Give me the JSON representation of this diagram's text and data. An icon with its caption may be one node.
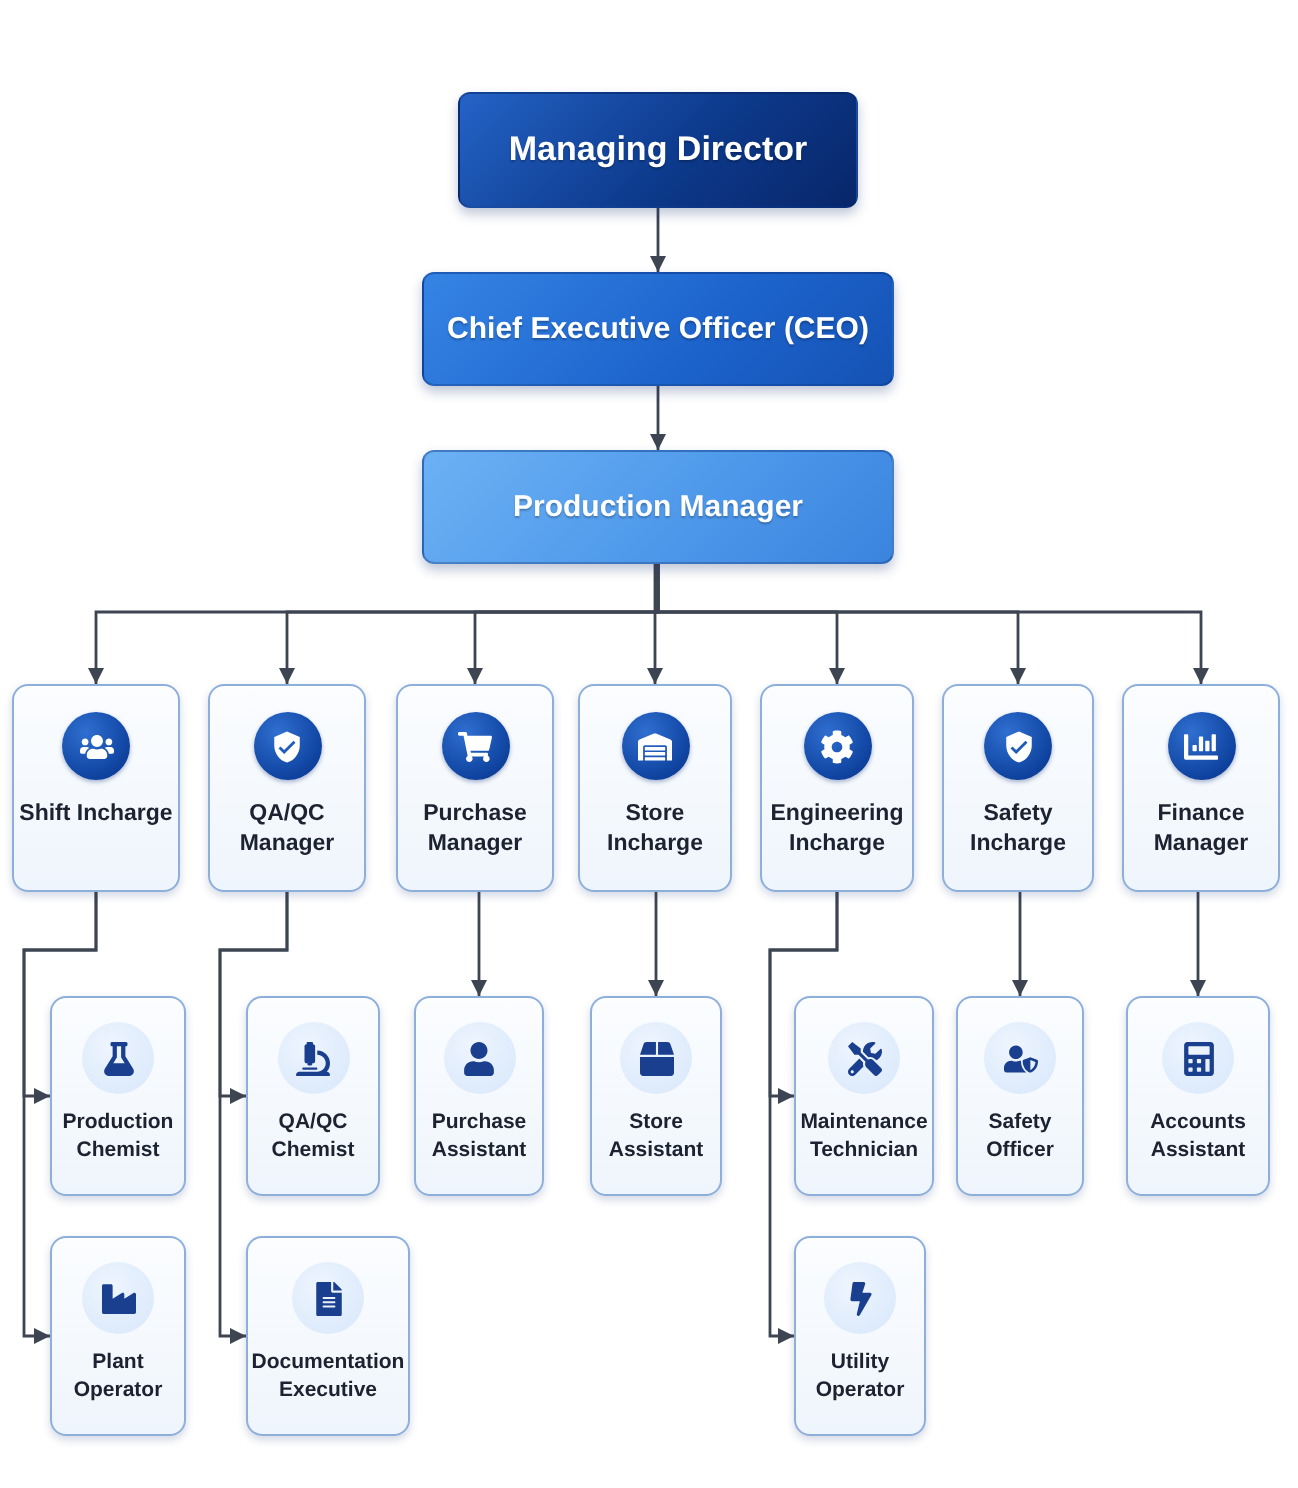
{
  "diagram": {
    "nodes": [
      {
        "text": [
          "Managing Director"
        ]
      },
      {
        "text": [
          "Chief Executive Officer (CEO)"
        ]
      },
      {
        "text": [
          "Production Manager"
        ]
      },
      {
        "text": [
          "Shift Incharge"
        ]
      },
      {
        "text": [
          "QA/QC Manager"
        ]
      },
      {
        "text": [
          "Purchase Manager"
        ]
      },
      {
        "text": [
          "Store Incharge"
        ]
      },
      {
        "text": [
          "Engineering Incharge"
        ]
      },
      {
        "text": [
          "Safety Incharge"
        ]
      },
      {
        "text": [
          "Finance Manager"
        ]
      },
      {
        "text": [
          "Production Chemist"
        ]
      },
      {
        "text": [
          "QA/QC Chemist"
        ]
      },
      {
        "text": [
          "Purchase Assistant"
        ]
      },
      {
        "text": [
          "Store Assistant"
        ]
      },
      {
        "text": [
          "Maintenance Technician"
        ]
      },
      {
        "text": [
          "Safety Officer"
        ]
      },
      {
        "text": [
          "Accounts Assistant"
        ]
      },
      {
        "text": [
          "Plant Operator"
        ]
      },
      {
        "text": [
          "Documentation Executive"
        ]
      },
      {
        "text": [
          "Utility Operator"
        ]
      }
    ],
    "edges": [
      {
        "from": 0,
        "to": 1,
        "arrow": "to"
      },
      {
        "from": 1,
        "to": 2,
        "arrow": "to"
      },
      {
        "from": 2,
        "to": 3,
        "arrow": "to"
      },
      {
        "from": 2,
        "to": 4,
        "arrow": "to"
      },
      {
        "from": 2,
        "to": 5,
        "arrow": "to"
      },
      {
        "from": 2,
        "to": 6,
        "arrow": "to"
      },
      {
        "from": 2,
        "to": 7,
        "arrow": "to"
      },
      {
        "from": 2,
        "to": 8,
        "arrow": "to"
      },
      {
        "from": 2,
        "to": 9,
        "arrow": "to"
      },
      {
        "from": 3,
        "to": 10,
        "arrow": "to"
      },
      {
        "from": 3,
        "to": 17,
        "arrow": "to"
      },
      {
        "from": 4,
        "to": 11,
        "arrow": "to"
      },
      {
        "from": 4,
        "to": 18,
        "arrow": "to"
      },
      {
        "from": 5,
        "to": 12,
        "arrow": "to"
      },
      {
        "from": 6,
        "to": 13,
        "arrow": "to"
      },
      {
        "from": 7,
        "to": 14,
        "arrow": "to"
      },
      {
        "from": 7,
        "to": 19,
        "arrow": "to"
      },
      {
        "from": 8,
        "to": 15,
        "arrow": "to"
      },
      {
        "from": 9,
        "to": 16,
        "arrow": "to"
      }
    ]
  }
}
